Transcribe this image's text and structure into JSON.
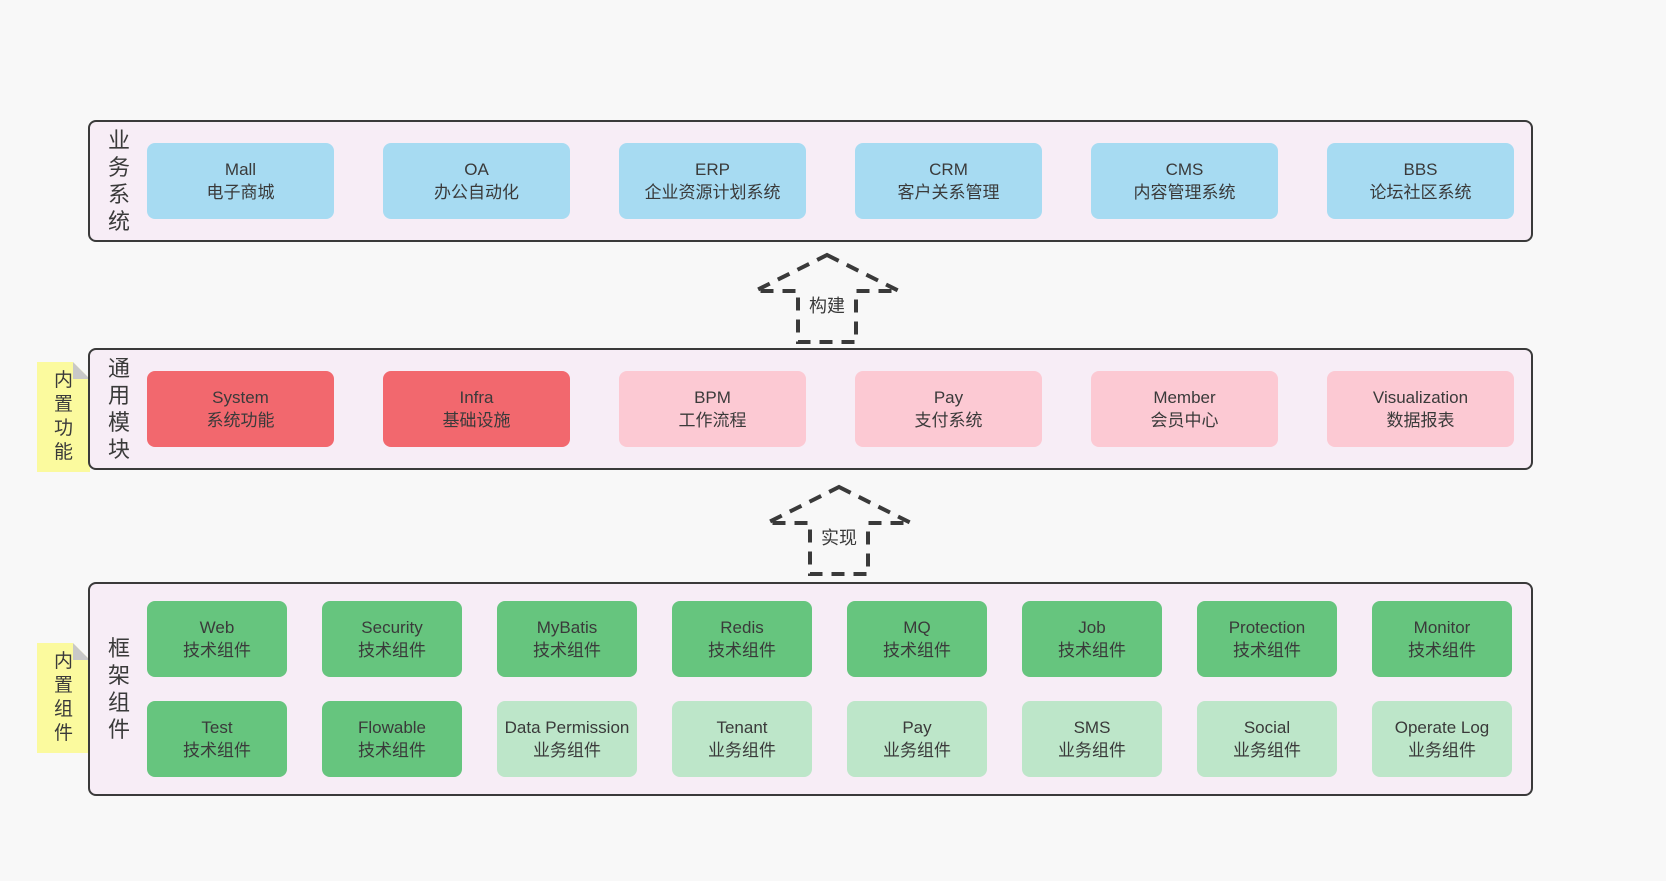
{
  "colors": {
    "page-bg": "#f8f8f8",
    "panel-bg": "#f7edf6",
    "panel-border": "#3a3a3a",
    "text": "#3a3a3a",
    "blue": "#a7dbf2",
    "red": "#f2686e",
    "pink": "#fcc9d3",
    "green": "#66c57e",
    "lightgreen": "#bde6c9",
    "yellow": "#fbfa9e",
    "fold": "#c8c8c8"
  },
  "arrows": [
    {
      "label": "构建"
    },
    {
      "label": "实现"
    }
  ],
  "panels": [
    {
      "label": "业\n务\n系\n统",
      "boxes": [
        {
          "en": "Mall",
          "zh": "电子商城"
        },
        {
          "en": "OA",
          "zh": "办公自动化"
        },
        {
          "en": "ERP",
          "zh": "企业资源计划系统"
        },
        {
          "en": "CRM",
          "zh": "客户关系管理"
        },
        {
          "en": "CMS",
          "zh": "内容管理系统"
        },
        {
          "en": "BBS",
          "zh": "论坛社区系统"
        }
      ]
    },
    {
      "label": "通\n用\n模\n块",
      "tag": "内\n置\n功\n能",
      "boxes": [
        {
          "en": "System",
          "zh": "系统功能"
        },
        {
          "en": "Infra",
          "zh": "基础设施"
        },
        {
          "en": "BPM",
          "zh": "工作流程"
        },
        {
          "en": "Pay",
          "zh": "支付系统"
        },
        {
          "en": "Member",
          "zh": "会员中心"
        },
        {
          "en": "Visualization",
          "zh": "数据报表"
        }
      ]
    },
    {
      "label": "框\n架\n组\n件",
      "tag": "内\n置\n组\n件",
      "rows": [
        [
          {
            "en": "Web",
            "zh": "技术组件"
          },
          {
            "en": "Security",
            "zh": "技术组件"
          },
          {
            "en": "MyBatis",
            "zh": "技术组件"
          },
          {
            "en": "Redis",
            "zh": "技术组件"
          },
          {
            "en": "MQ",
            "zh": "技术组件"
          },
          {
            "en": "Job",
            "zh": "技术组件"
          },
          {
            "en": "Protection",
            "zh": "技术组件"
          },
          {
            "en": "Monitor",
            "zh": "技术组件"
          }
        ],
        [
          {
            "en": "Test",
            "zh": "技术组件"
          },
          {
            "en": "Flowable",
            "zh": "技术组件"
          },
          {
            "en": "Data Permission",
            "zh": "业务组件"
          },
          {
            "en": "Tenant",
            "zh": "业务组件"
          },
          {
            "en": "Pay",
            "zh": "业务组件"
          },
          {
            "en": "SMS",
            "zh": "业务组件"
          },
          {
            "en": "Social",
            "zh": "业务组件"
          },
          {
            "en": "Operate Log",
            "zh": "业务组件"
          }
        ]
      ]
    }
  ]
}
